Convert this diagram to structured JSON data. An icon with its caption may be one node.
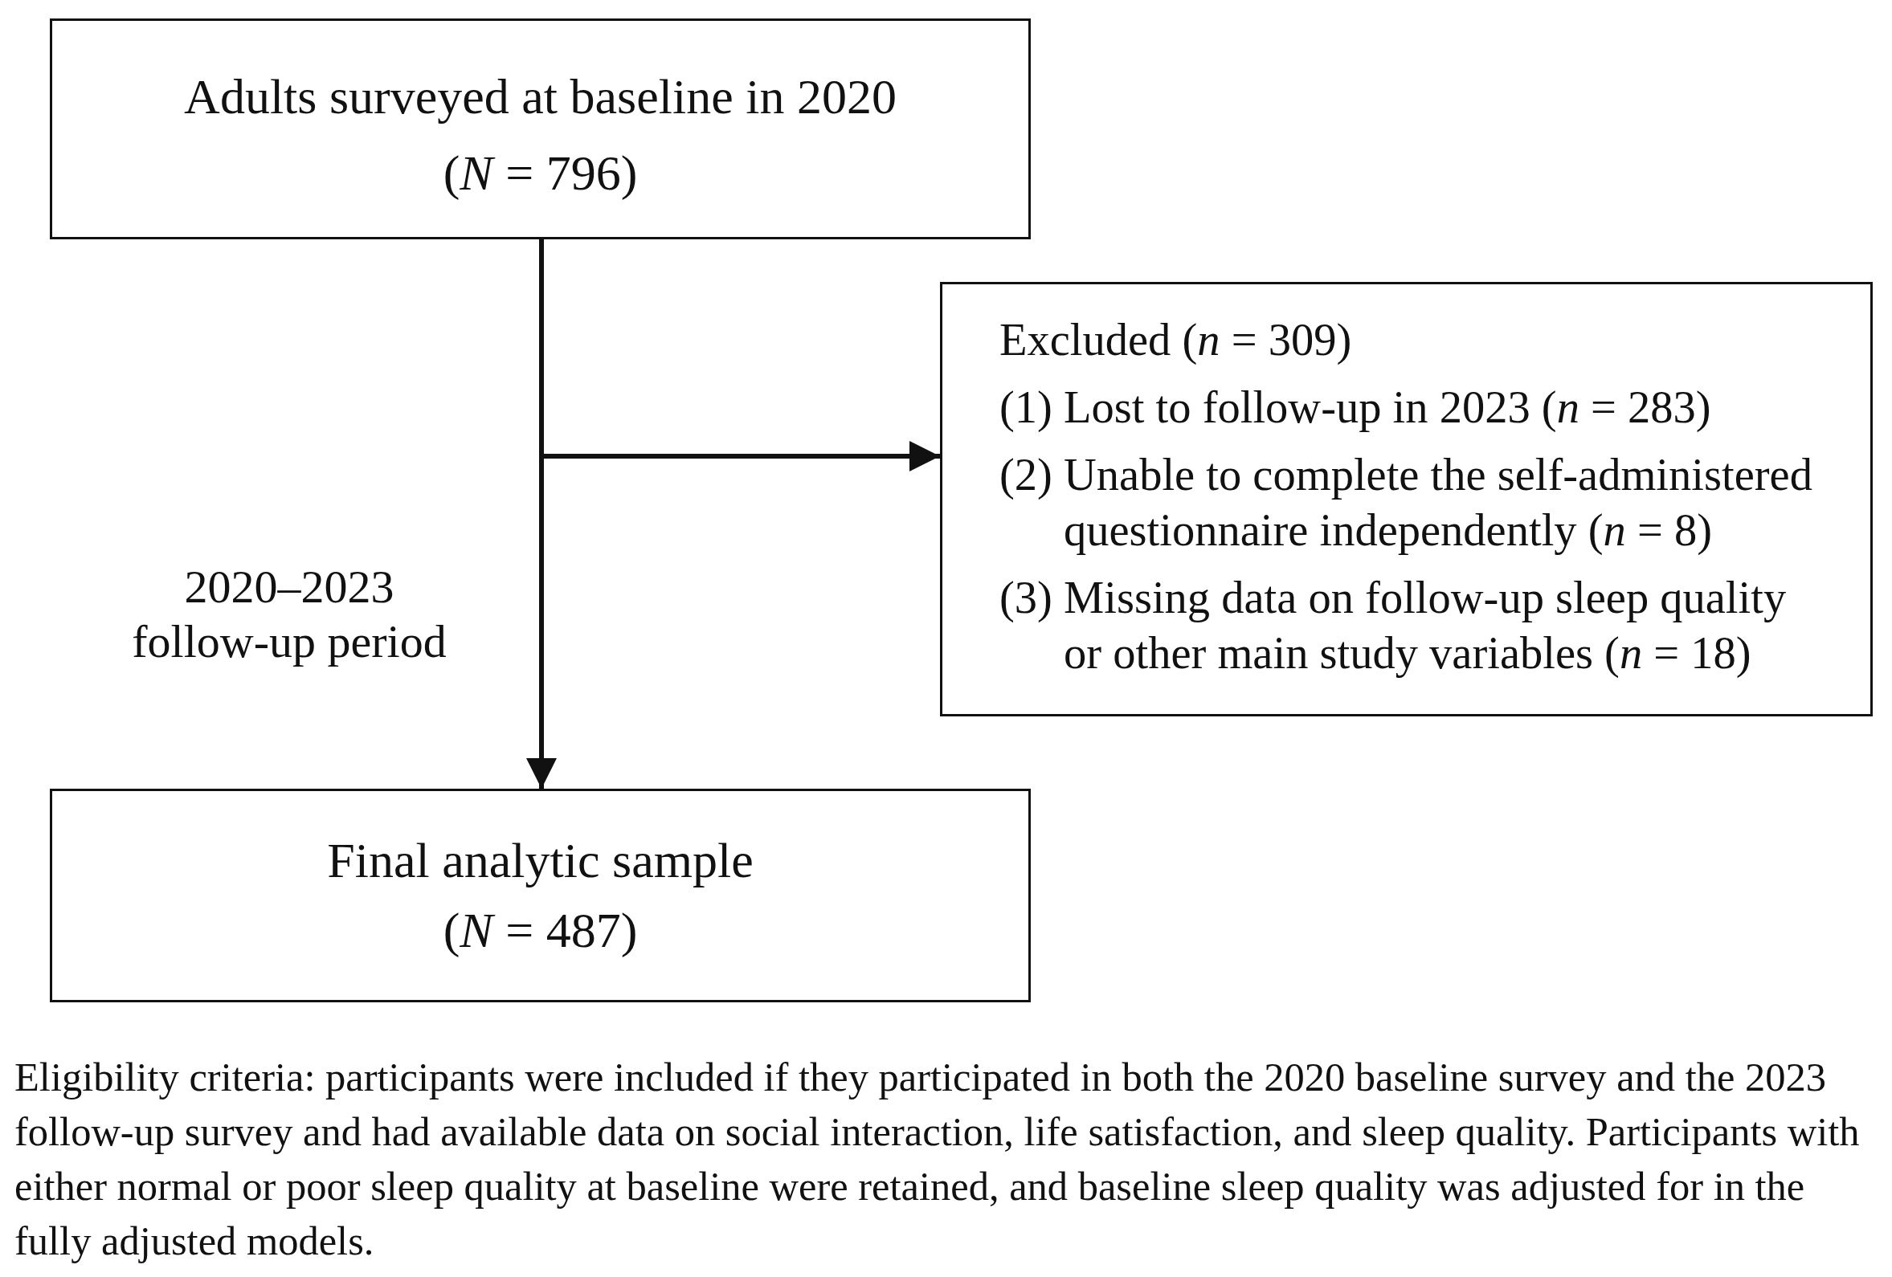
{
  "diagram": {
    "nodes": [
      {
        "text": [
          "Adults surveyed at baseline in 2020",
          "(*N* = 796)"
        ]
      },
      {
        "text": [
          "Excluded (*n* = 309)",
          "(1) Lost to follow-up in 2023 (*n* = 283)",
          "(2) Unable to complete the self-administered questionnaire independently (*n* = 8)",
          "(3) Missing data on follow-up sleep quality or other main study variables (*n* = 18)"
        ]
      },
      {
        "text": [
          "Final analytic sample",
          "(*N* = 487)"
        ]
      }
    ],
    "edges": [
      {
        "from": 0,
        "to": 2,
        "arrow": "to",
        "label": "2020–2023 follow-up period"
      },
      {
        "from": 0,
        "to": 1,
        "arrow": "to"
      }
    ],
    "caption": "Eligibility criteria: participants were included if they participated in both the 2020 baseline survey and the 2023 follow-up survey and had available data on social interaction, life satisfaction, and sleep quality. Participants with either normal or poor sleep quality at baseline were retained, and baseline sleep quality was adjusted for in the fully adjusted models."
  }
}
